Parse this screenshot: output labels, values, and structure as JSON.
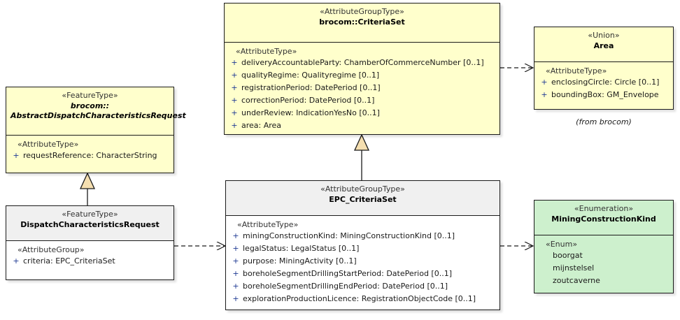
{
  "diagram": {
    "type": "uml-class-diagram",
    "caption_from_package": "(from brocom)",
    "colors": {
      "featuretype_fill": "#ffffcc",
      "attributegrouptype_fill": "#ffffff",
      "attributegrouptype_header": "#f0f0f0",
      "enumeration_fill": "#ccf0cc",
      "border": "#1a1a1a",
      "visibility_marker": "#1f3a93",
      "generalization_arrow_fill": "#f5dfb0"
    }
  },
  "classes": {
    "criteria_set": {
      "stereotype": "«AttributeGroupType»",
      "name": "brocom::CriteriaSet",
      "group_stereotype": "«AttributeType»",
      "attributes": [
        {
          "visibility": "+",
          "text": "deliveryAccountableParty: ChamberOfCommerceNumber [0..1]"
        },
        {
          "visibility": "+",
          "text": "qualityRegime: Qualityregime [0..1]"
        },
        {
          "visibility": "+",
          "text": "registrationPeriod: DatePeriod [0..1]"
        },
        {
          "visibility": "+",
          "text": "correctionPeriod: DatePeriod [0..1]"
        },
        {
          "visibility": "+",
          "text": "underReview: IndicationYesNo [0..1]"
        },
        {
          "visibility": "+",
          "text": "area: Area"
        }
      ]
    },
    "area": {
      "stereotype": "«Union»",
      "name": "Area",
      "group_stereotype": "«AttributeType»",
      "attributes": [
        {
          "visibility": "+",
          "text": "enclosingCircle: Circle [0..1]"
        },
        {
          "visibility": "+",
          "text": "boundingBox: GM_Envelope"
        }
      ]
    },
    "abstract_dispatch_request": {
      "stereotype": "«FeatureType»",
      "name_line1": "brocom::",
      "name_line2": "AbstractDispatchCharacteristicsRequest",
      "group_stereotype": "«AttributeType»",
      "attributes": [
        {
          "visibility": "+",
          "text": "requestReference: CharacterString"
        }
      ]
    },
    "dispatch_request": {
      "stereotype": "«FeatureType»",
      "name": "DispatchCharacteristicsRequest",
      "group_stereotype": "«AttributeGroup»",
      "attributes": [
        {
          "visibility": "+",
          "text": "criteria: EPC_CriteriaSet"
        }
      ]
    },
    "epc_criteria_set": {
      "stereotype": "«AttributeGroupType»",
      "name": "EPC_CriteriaSet",
      "group_stereotype": "«AttributeType»",
      "attributes": [
        {
          "visibility": "+",
          "text": "miningConstructionKind: MiningConstructionKind [0..1]"
        },
        {
          "visibility": "+",
          "text": "legalStatus: LegalStatus [0..1]"
        },
        {
          "visibility": "+",
          "text": "purpose: MiningActivity [0..1]"
        },
        {
          "visibility": "+",
          "text": "boreholeSegmentDrillingStartPeriod: DatePeriod [0..1]"
        },
        {
          "visibility": "+",
          "text": "boreholeSegmentDrillingEndPeriod: DatePeriod [0..1]"
        },
        {
          "visibility": "+",
          "text": "explorationProductionLicence: RegistrationObjectCode [0..1]"
        }
      ]
    },
    "mining_construction_kind": {
      "stereotype": "«Enumeration»",
      "name": "MiningConstructionKind",
      "group_stereotype": "«Enum»",
      "literals": [
        {
          "text": "boorgat"
        },
        {
          "text": "mijnstelsel"
        },
        {
          "text": "zoutcaverne"
        }
      ]
    }
  },
  "relationships": [
    {
      "name": "generalization-epc-to-criteriaset",
      "kind": "generalization",
      "from": "EPC_CriteriaSet",
      "to": "brocom::CriteriaSet"
    },
    {
      "name": "generalization-dispatch-to-abstract",
      "kind": "generalization",
      "from": "DispatchCharacteristicsRequest",
      "to": "brocom::AbstractDispatchCharacteristicsRequest"
    },
    {
      "name": "dependency-criteriaset-to-area",
      "kind": "dependency",
      "from": "brocom::CriteriaSet",
      "to": "Area"
    },
    {
      "name": "dependency-dispatch-to-epc",
      "kind": "dependency",
      "from": "DispatchCharacteristicsRequest",
      "to": "EPC_CriteriaSet"
    },
    {
      "name": "dependency-epc-to-miningkind",
      "kind": "dependency",
      "from": "EPC_CriteriaSet",
      "to": "MiningConstructionKind"
    }
  ]
}
